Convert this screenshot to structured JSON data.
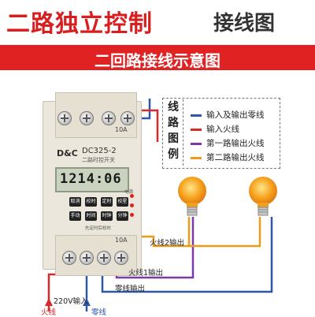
{
  "title": {
    "red": "二路独立控制",
    "black": "接线图"
  },
  "banner": "二回路接线示意图",
  "legend": {
    "side_chars": [
      "线",
      "路",
      "图",
      "例"
    ],
    "items": [
      {
        "label": "输入及输出零线",
        "color": "#2e57a8"
      },
      {
        "label": "输入火线",
        "color": "#d82a2a"
      },
      {
        "label": "第一路输出火线",
        "color": "#7a3aa8"
      },
      {
        "label": "第二路输出火线",
        "color": "#f09a1c"
      }
    ]
  },
  "device": {
    "brand": "D&C",
    "model": "DC325-2",
    "subtitle": "二路时控开关",
    "display": "1214:06",
    "rating": "10A",
    "leds": [
      "电源",
      "1",
      "2"
    ],
    "buttons": [
      "取消",
      "校时",
      "定时",
      "校星",
      "手动",
      "时间",
      "时钟",
      "分钟"
    ],
    "bottom_label": "先定时后校时"
  },
  "labels": {
    "output2": "火线2输出",
    "output1": "火线1输出",
    "neutral_out": "零线输出",
    "input": "220V输入",
    "live": "火线",
    "neutral": "零线"
  }
}
